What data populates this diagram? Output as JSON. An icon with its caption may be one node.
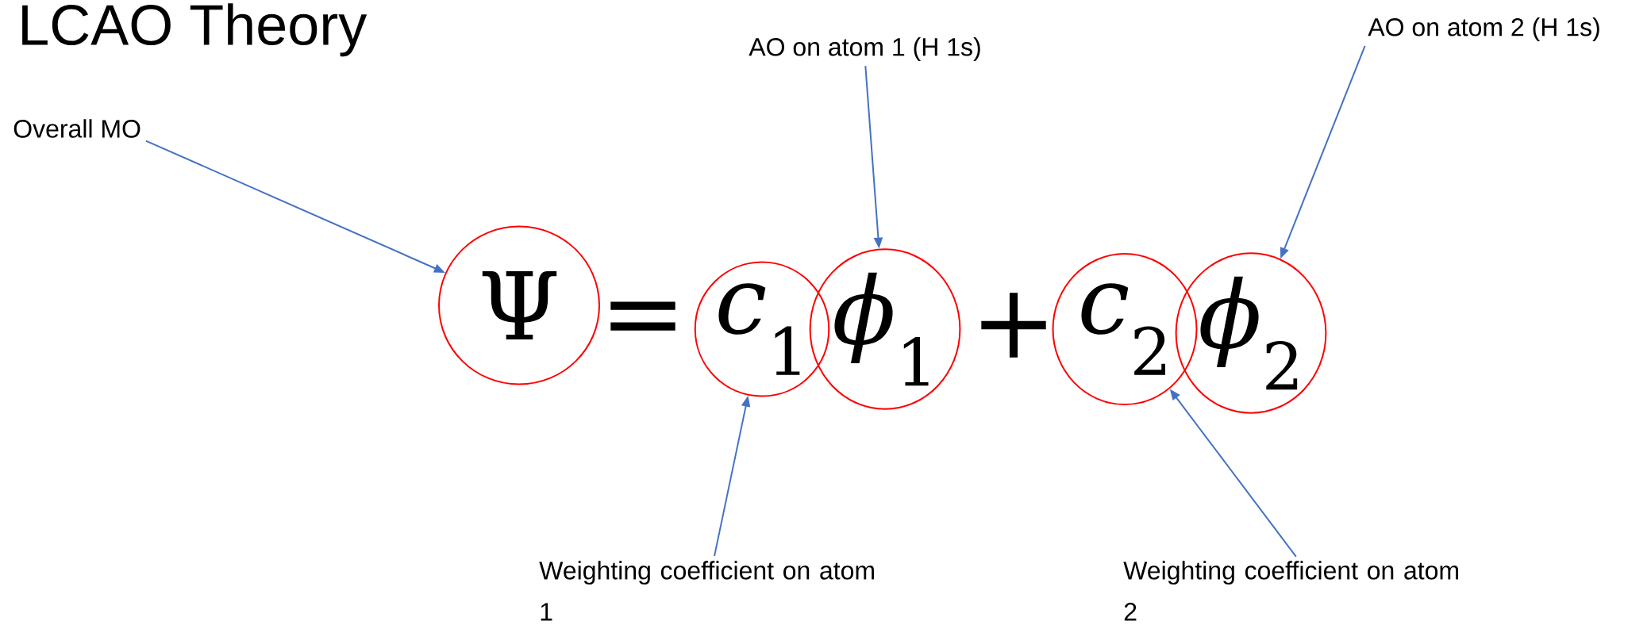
{
  "diagram": {
    "title": "LCAO Theory",
    "nodes": [
      {
        "text": [
          "Overall MO"
        ]
      },
      {
        "text": [
          "AO on atom 1 (H 1s)"
        ]
      },
      {
        "text": [
          "AO on atom 2 (H 1s)"
        ]
      },
      {
        "text": [
          "Ψ"
        ]
      },
      {
        "text": [
          "*c*$_{1}$"
        ]
      },
      {
        "text": [
          "*ϕ*$_{1}$"
        ]
      },
      {
        "text": [
          "*c*$_{2}$"
        ]
      },
      {
        "text": [
          "*ϕ*$_{2}$"
        ]
      },
      {
        "text": [
          "Weighting coefficient on atom 1"
        ]
      },
      {
        "text": [
          "Weighting coefficient on atom 2"
        ]
      }
    ],
    "edges": [
      {
        "from": 0,
        "to": 3,
        "arrow": "to"
      },
      {
        "from": 1,
        "to": 5,
        "arrow": "to"
      },
      {
        "from": 2,
        "to": 7,
        "arrow": "to"
      },
      {
        "from": 8,
        "to": 4,
        "arrow": "to"
      },
      {
        "from": 9,
        "to": 6,
        "arrow": "to"
      }
    ],
    "labels": [
      "=",
      "+"
    ]
  }
}
